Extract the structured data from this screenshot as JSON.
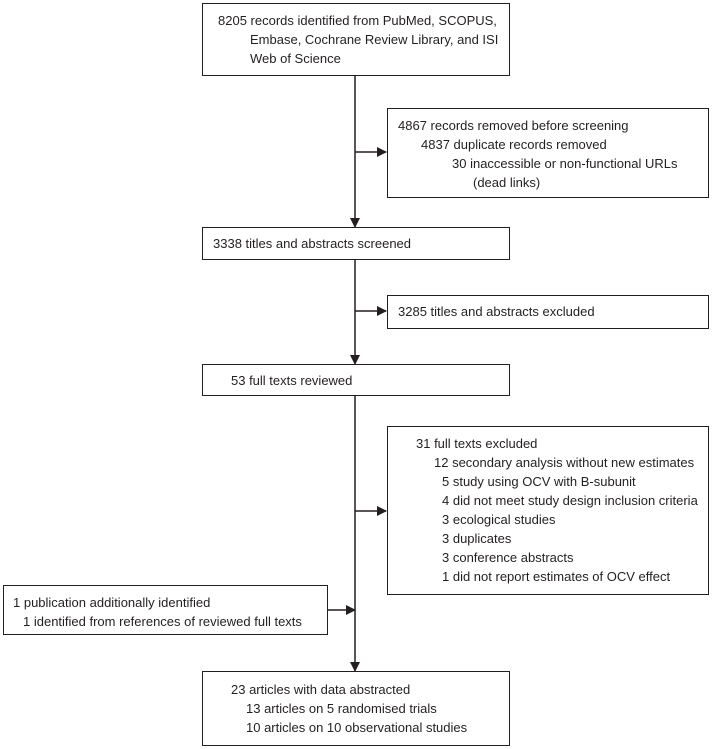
{
  "boxes": {
    "identified": {
      "lines": [
        "8205 records identified from PubMed, SCOPUS,",
        "Embase, Cochrane Review Library, and ISI",
        "Web of Science"
      ]
    },
    "removed": {
      "lines": [
        "4867 records removed before screening",
        "4837 duplicate records removed",
        "30 inaccessible or non-functional URLs",
        "(dead links)"
      ]
    },
    "screened": {
      "lines": [
        "3338 titles and abstracts screened"
      ]
    },
    "excluded_screening": {
      "lines": [
        "3285 titles and abstracts excluded"
      ]
    },
    "full_texts": {
      "lines": [
        "53 full texts reviewed"
      ]
    },
    "excluded_full": {
      "lines": [
        "31 full texts excluded",
        "12 secondary analysis without new estimates",
        "5 study using OCV with B-subunit",
        "4 did not meet study design inclusion criteria",
        "3 ecological studies",
        "3 duplicates",
        "3 conference abstracts",
        "1 did not report estimates of OCV effect"
      ]
    },
    "additional": {
      "lines": [
        "1 publication additionally identified",
        "1 identified from references of reviewed full texts"
      ]
    },
    "included": {
      "lines": [
        "23 articles with data abstracted",
        "13 articles on 5 randomised trials",
        "10 articles on 10 observational studies"
      ]
    }
  }
}
